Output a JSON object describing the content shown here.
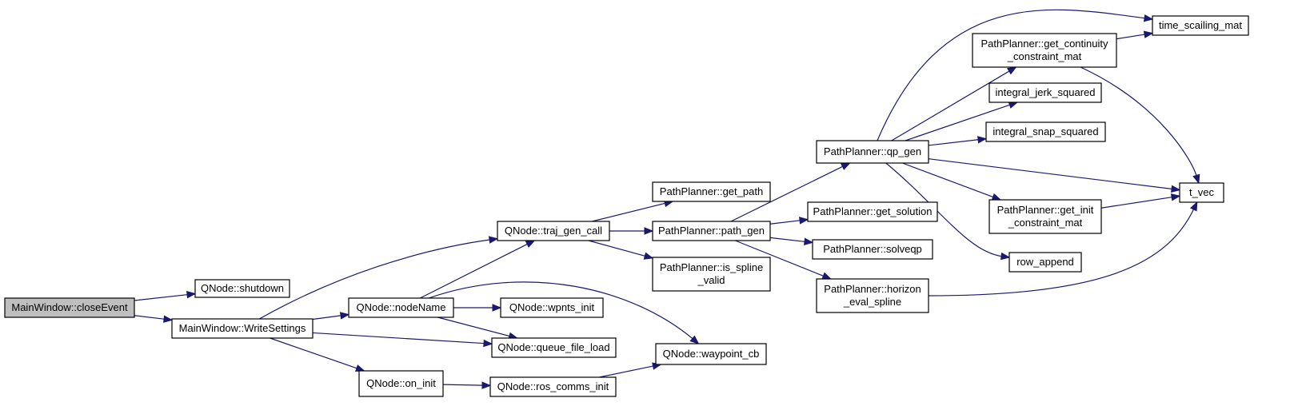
{
  "colors": {
    "edge": "#191970",
    "root_fill": "#bfbfbf",
    "node_fill": "#ffffff",
    "border": "#000000"
  },
  "nodes": [
    {
      "id": "closeEvent",
      "lines": [
        "MainWindow::closeEvent"
      ],
      "root": true
    },
    {
      "id": "shutdown",
      "lines": [
        "QNode::shutdown"
      ]
    },
    {
      "id": "WriteSettings",
      "lines": [
        "MainWindow::WriteSettings"
      ]
    },
    {
      "id": "traj_gen_call",
      "lines": [
        "QNode::traj_gen_call"
      ]
    },
    {
      "id": "nodeName",
      "lines": [
        "QNode::nodeName"
      ]
    },
    {
      "id": "queue_file_load",
      "lines": [
        "QNode::queue_file_load"
      ]
    },
    {
      "id": "on_init",
      "lines": [
        "QNode::on_init"
      ]
    },
    {
      "id": "get_path",
      "lines": [
        "PathPlanner::get_path"
      ]
    },
    {
      "id": "path_gen",
      "lines": [
        "PathPlanner::path_gen"
      ]
    },
    {
      "id": "is_spline_valid",
      "lines": [
        "PathPlanner::is_spline",
        "_valid"
      ]
    },
    {
      "id": "wpnts_init",
      "lines": [
        "QNode::wpnts_init"
      ]
    },
    {
      "id": "waypoint_cb",
      "lines": [
        "QNode::waypoint_cb"
      ]
    },
    {
      "id": "ros_comms_init",
      "lines": [
        "QNode::ros_comms_init"
      ]
    },
    {
      "id": "qp_gen",
      "lines": [
        "PathPlanner::qp_gen"
      ]
    },
    {
      "id": "get_solution",
      "lines": [
        "PathPlanner::get_solution"
      ]
    },
    {
      "id": "solveqp",
      "lines": [
        "PathPlanner::solveqp"
      ]
    },
    {
      "id": "horizon_eval_spline",
      "lines": [
        "PathPlanner::horizon",
        "_eval_spline"
      ]
    },
    {
      "id": "get_continuity_constraint_mat",
      "lines": [
        "PathPlanner::get_continuity",
        "_constraint_mat"
      ]
    },
    {
      "id": "integral_jerk_squared",
      "lines": [
        "integral_jerk_squared"
      ]
    },
    {
      "id": "integral_snap_squared",
      "lines": [
        "integral_snap_squared"
      ]
    },
    {
      "id": "get_init_constraint_mat",
      "lines": [
        "PathPlanner::get_init",
        "_constraint_mat"
      ]
    },
    {
      "id": "row_append",
      "lines": [
        "row_append"
      ]
    },
    {
      "id": "time_scailing_mat",
      "lines": [
        "time_scailing_mat"
      ]
    },
    {
      "id": "t_vec",
      "lines": [
        "t_vec"
      ]
    }
  ],
  "edges": [
    {
      "from": "closeEvent",
      "to": "shutdown"
    },
    {
      "from": "closeEvent",
      "to": "WriteSettings"
    },
    {
      "from": "WriteSettings",
      "to": "traj_gen_call"
    },
    {
      "from": "WriteSettings",
      "to": "nodeName"
    },
    {
      "from": "WriteSettings",
      "to": "queue_file_load"
    },
    {
      "from": "WriteSettings",
      "to": "on_init"
    },
    {
      "from": "nodeName",
      "to": "traj_gen_call"
    },
    {
      "from": "nodeName",
      "to": "wpnts_init"
    },
    {
      "from": "nodeName",
      "to": "queue_file_load"
    },
    {
      "from": "nodeName",
      "to": "waypoint_cb"
    },
    {
      "from": "on_init",
      "to": "ros_comms_init"
    },
    {
      "from": "ros_comms_init",
      "to": "waypoint_cb"
    },
    {
      "from": "traj_gen_call",
      "to": "get_path"
    },
    {
      "from": "traj_gen_call",
      "to": "path_gen"
    },
    {
      "from": "traj_gen_call",
      "to": "is_spline_valid"
    },
    {
      "from": "path_gen",
      "to": "qp_gen"
    },
    {
      "from": "path_gen",
      "to": "get_solution"
    },
    {
      "from": "path_gen",
      "to": "solveqp"
    },
    {
      "from": "path_gen",
      "to": "horizon_eval_spline"
    },
    {
      "from": "horizon_eval_spline",
      "to": "t_vec"
    },
    {
      "from": "qp_gen",
      "to": "time_scailing_mat"
    },
    {
      "from": "qp_gen",
      "to": "get_continuity_constraint_mat"
    },
    {
      "from": "qp_gen",
      "to": "integral_jerk_squared"
    },
    {
      "from": "qp_gen",
      "to": "integral_snap_squared"
    },
    {
      "from": "qp_gen",
      "to": "t_vec"
    },
    {
      "from": "qp_gen",
      "to": "get_init_constraint_mat"
    },
    {
      "from": "qp_gen",
      "to": "row_append"
    },
    {
      "from": "get_continuity_constraint_mat",
      "to": "time_scailing_mat"
    },
    {
      "from": "get_continuity_constraint_mat",
      "to": "t_vec"
    },
    {
      "from": "get_init_constraint_mat",
      "to": "t_vec"
    }
  ]
}
